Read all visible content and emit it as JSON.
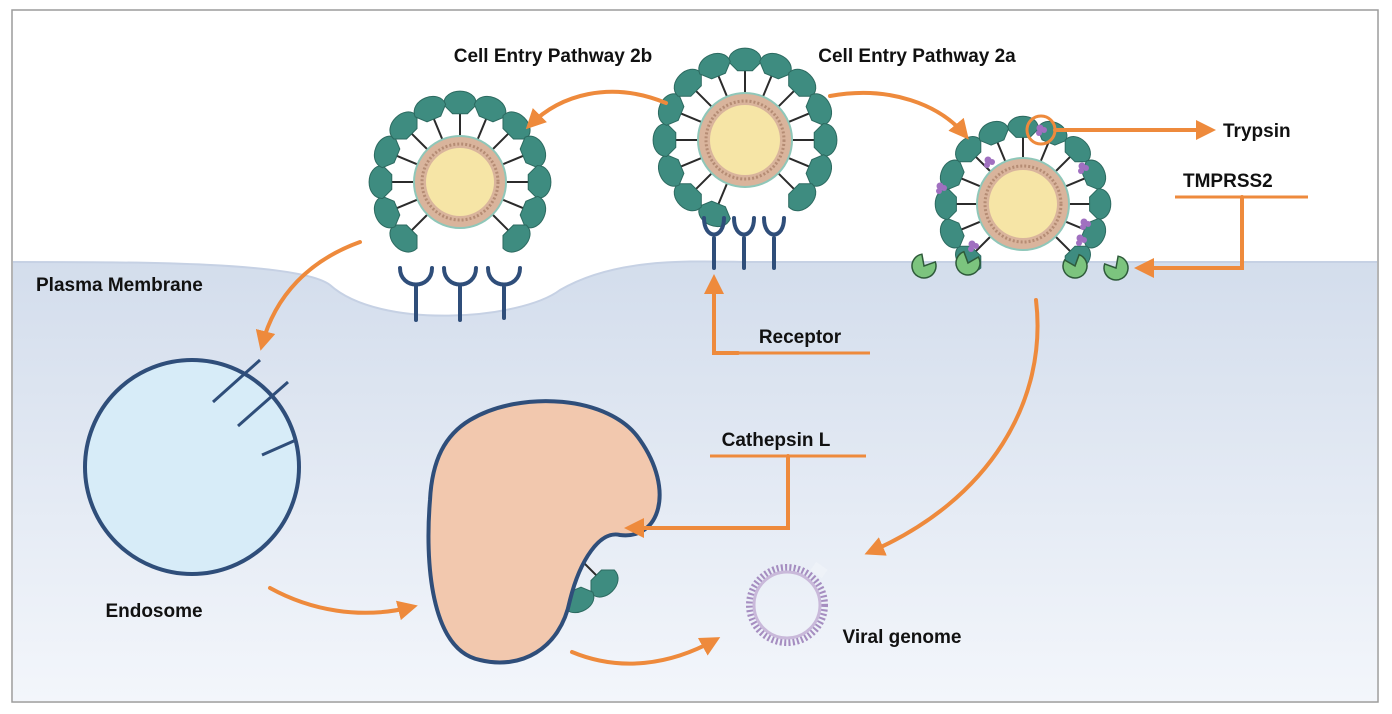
{
  "labels": {
    "pathway_2b": "Cell Entry Pathway 2b",
    "pathway_2a": "Cell Entry Pathway 2a",
    "plasma_membrane": "Plasma Membrane",
    "trypsin": "Trypsin",
    "tmprss2": "TMPRSS2",
    "receptor": "Receptor",
    "cathepsin_l": "Cathepsin L",
    "endosome": "Endosome",
    "viral_genome": "Viral genome"
  },
  "colors": {
    "arrow": "#EE8A3C",
    "spike": "#3E8C80",
    "virion_core": "#F6E5A6",
    "virion_ring": "#D9B49C",
    "membrane_fill": "#DFE6F2",
    "endosome_fill": "#D7ECF8",
    "lysosome_fill": "#F2C8AE",
    "receptor": "#2F4E7A",
    "protease": "#7CC47E",
    "trypsin": "#A070C0",
    "cathepsin": "#F0B030",
    "genome": "#A58DC0"
  }
}
